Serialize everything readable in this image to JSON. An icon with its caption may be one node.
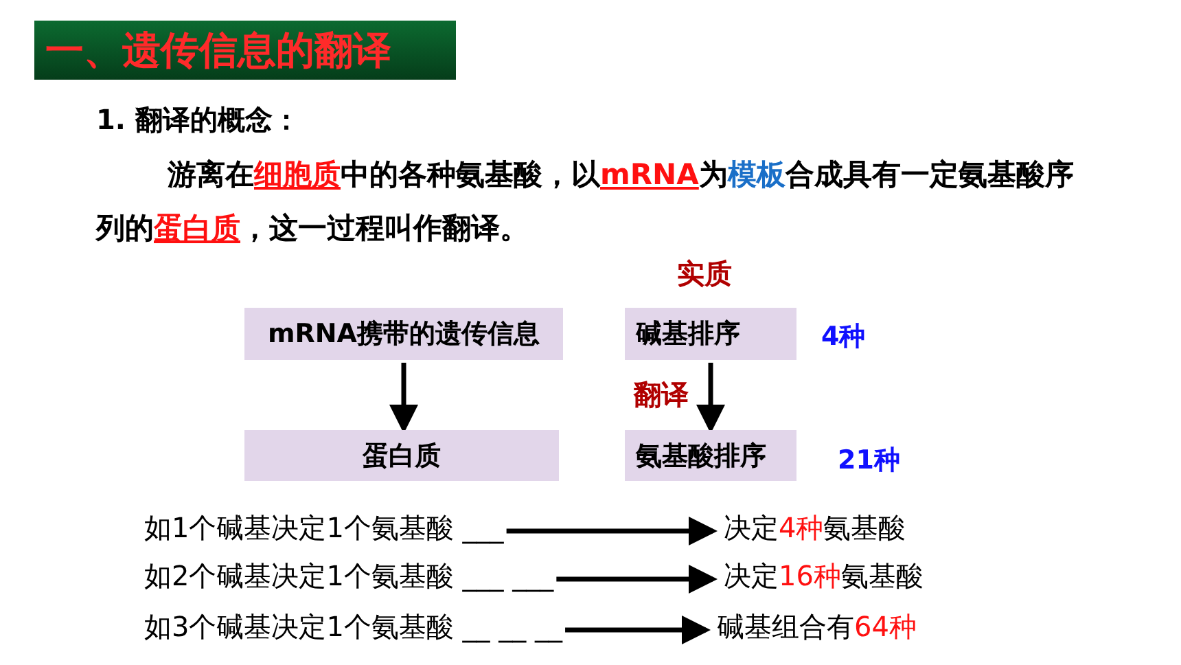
{
  "diagram": {
    "title": "一、遗传信息的翻译",
    "nodes": [
      {
        "text": [
          "mRNA携带的遗传信息"
        ]
      },
      {
        "text": [
          "碱基排序"
        ],
        "beside": [
          "4种"
        ]
      },
      {
        "text": [
          "蛋白质"
        ]
      },
      {
        "text": [
          "氨基酸排序"
        ],
        "beside": [
          "21种"
        ]
      },
      {
        "text": [
          "如1个碱基决定1个氨基酸 ___"
        ]
      },
      {
        "text": [
          "决定**4种**氨基酸"
        ]
      },
      {
        "text": [
          "如2个碱基决定1个氨基酸 ___ ___"
        ]
      },
      {
        "text": [
          "决定**16种**氨基酸"
        ]
      },
      {
        "text": [
          "如3个碱基决定1个氨基酸 __ __ __"
        ]
      },
      {
        "text": [
          "碱基组合有**64种**"
        ]
      }
    ],
    "edges": [
      {
        "from": 0,
        "to": 2,
        "arrow": "to"
      },
      {
        "from": 1,
        "to": 3,
        "arrow": "to",
        "label": "翻译"
      },
      {
        "from": 4,
        "to": 5,
        "arrow": "to"
      },
      {
        "from": 6,
        "to": 7,
        "arrow": "to"
      },
      {
        "from": 8,
        "to": 9,
        "arrow": "to"
      }
    ],
    "labels": [
      "1. 翻译的概念：",
      "游离在**细胞质**中的各种氨基酸，以**mRNA**为**模板**合成具有一定氨基酸序列的**蛋白质**，这一过程叫作翻译。",
      "实质"
    ]
  }
}
